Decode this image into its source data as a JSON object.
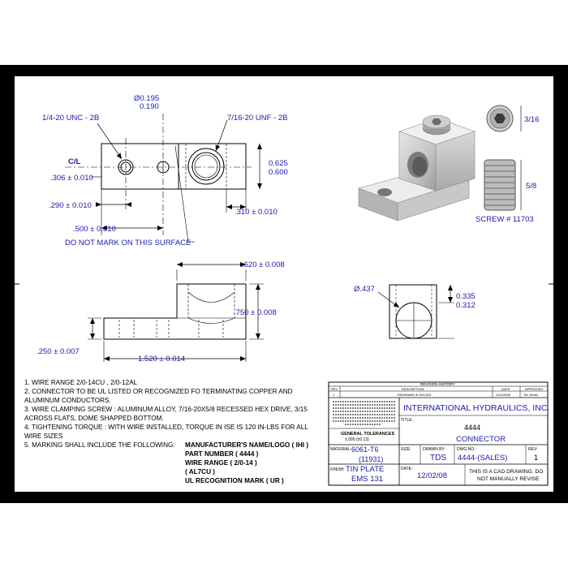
{
  "views": {
    "top": {
      "centerline_label": "C/L",
      "thread_left": "1/4-20 UNC - 2B",
      "hole_dia_upper": "Ø0.195",
      "hole_dia_lower": "0.190",
      "thread_right": "7/16-20 UNF - 2B",
      "height_upper": "0.625",
      "height_lower": "0.600",
      "dim_306": ".306 ± 0.010",
      "dim_290": ".290 ± 0.010",
      "dim_310": ".310 ± 0.010",
      "dim_500": ".500 ± 0.010",
      "no_mark": "DO NOT MARK ON THIS SURFACE"
    },
    "side": {
      "dim_620": ".620 ± 0.008",
      "dim_750": ".750 ± 0.008",
      "dim_250": ".250 ± 0.007",
      "dim_1520": "1.520 ± 0.014"
    },
    "end": {
      "dia": "Ø.437",
      "dim_upper": "0.335",
      "dim_lower": "0.312"
    },
    "screw": {
      "dim_316": "3/16",
      "dim_58": "5/8",
      "label": "SCREW # 11703"
    }
  },
  "notes": {
    "n1": "1. WIRE RANGE 2/0-14CU , 2/0-12AL",
    "n2a": "2. CONNECTOR TO BE UL LISTED OR RECOGNIZED FO TERMINATING COPPER AND",
    "n2b": "ALUMINUM CONDUCTORS.",
    "n3a": "3. WIRE CLAMPING SCREW : ALUMINUM ALLOY, 7/16-20X5/8 RECESSED HEX DRIVE, 3/15",
    "n3b": "ACROSS FLATS, DOME SHAPPED BOTTOM.",
    "n4a": "4. TIGHTENING TORQUE : WITH WIRE INSTALLED, TORQUE IN ISE IS 120 IN-LBS FOR ALL",
    "n4b": "WIRE SIZES",
    "n5": "5. MARKING SHALL INCLUDE THE FOLLOWING:",
    "m1": "MANUFACTURER'S NAME/LOGO ( IHI )",
    "m2": "PART NUMBER ( 4444 )",
    "m3": "WIRE RANGE ( 2/0-14 )",
    "m4": "( AL7CU )",
    "m5": "UL RECOGNITION MARK ( UR )"
  },
  "title_block": {
    "revision_history": "REVISION HISTORY",
    "rev_header": "REV",
    "description_header": "DESCRIPTION",
    "date_header": "DATE",
    "approved_header": "APPROVED",
    "rev_value": "1",
    "description_value": "REDRAWN IN SOLIDS",
    "date_value": "12/2/2008",
    "approved_value": "Tim Smith",
    "company": "INTERNATIONAL HYDRAULICS, INC.",
    "title_label": "TITLE:",
    "part_number": "4444",
    "part_name": "CONNECTOR",
    "tolerances_title": "GENERAL TOLERANCES",
    "tolerances_value": "±.005 (±0.13)",
    "material_label": "MATERIAL:",
    "material_value": "6061-T6",
    "material_sub": "(11931)",
    "finish_label": "FINISH:",
    "finish_value": "TIN PLATE",
    "finish_sub": "EMS 131",
    "size_label": "SIZE:",
    "drawn_by_label": "DRAWN BY:",
    "drawn_by_value": "TDS",
    "dwg_label": "DWG NO.:",
    "dwg_value": "4444-(SALES)",
    "rev_label": "REV:",
    "rev_block_value": "1",
    "date_label": "DATE:",
    "date_block_value": "12/02/08",
    "cad_note_1": "THIS IS A CAD DRAWING. DO",
    "cad_note_2": "NOT MANUALLY REVISE"
  }
}
